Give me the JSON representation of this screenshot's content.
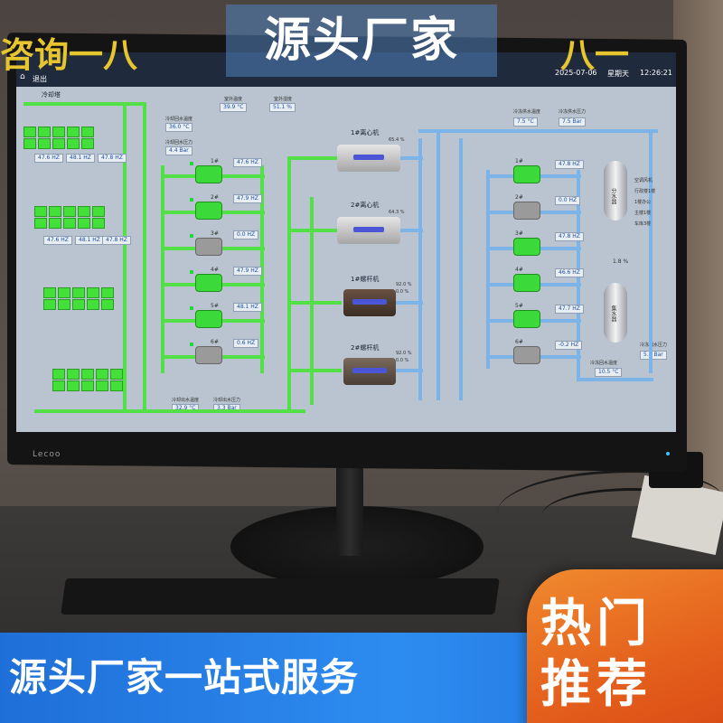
{
  "overlay": {
    "banner_title": "源头厂家",
    "banner_left_partial": "咨询一八",
    "banner_right_partial": "八一",
    "footer_text": "源头厂家一站式服务",
    "hot_badge_line1": "热门",
    "hot_badge_line2": "推荐"
  },
  "monitor": {
    "brand_logo": "Lecoo"
  },
  "hmi": {
    "back_label": "退出",
    "date": "2025-07-06",
    "weekday": "星期天",
    "time": "12:26:21",
    "cooling_tower_label": "冷却塔",
    "top_readings": [
      {
        "label": "室外温度",
        "value": "39.9 °C"
      },
      {
        "label": "室外湿度",
        "value": "51.1 %"
      }
    ],
    "cw_supply": {
      "label": "冷却回水温度",
      "value": "36.0 °C"
    },
    "cw_pressure": {
      "label": "冷却回水压力",
      "value": "4.4 Bar"
    },
    "cw_out_temp": {
      "label": "冷却出水温度",
      "value": "32.9 °C"
    },
    "cw_out_press": {
      "label": "冷却出水压力",
      "value": "3.3 Bar"
    },
    "chw_supply": {
      "label": "冷冻供水温度",
      "value": "7.5 °C"
    },
    "chw_press": {
      "label": "冷冻供水压力",
      "value": "7.5 Bar"
    },
    "chw_ret_press": {
      "label": "冷冻回水压力",
      "value": "5.2 Bar"
    },
    "chw_ret_temp": {
      "label": "冷冻回水温度",
      "value": "10.5 °C"
    },
    "tower_freqs": [
      "47.6 HZ",
      "48.1 HZ",
      "47.8 HZ",
      "47.6 HZ",
      "48.1 HZ",
      "47.8 HZ"
    ],
    "cw_pumps": [
      {
        "name": "1#",
        "freq": "47.6 HZ",
        "state": "on"
      },
      {
        "name": "2#",
        "freq": "47.9 HZ",
        "state": "on"
      },
      {
        "name": "3#",
        "freq": "0.0 HZ",
        "state": "off"
      },
      {
        "name": "4#",
        "freq": "47.9 HZ",
        "state": "on"
      },
      {
        "name": "5#",
        "freq": "48.1 HZ",
        "state": "on"
      },
      {
        "name": "6#",
        "freq": "0.6 HZ",
        "state": "off"
      }
    ],
    "chillers": [
      {
        "name": "1#离心机",
        "load": "65.4 %"
      },
      {
        "name": "2#离心机",
        "load": "64.3 %"
      },
      {
        "name": "1#螺杆机",
        "load": "92.0 %",
        "load2": "0.0 %"
      },
      {
        "name": "2#螺杆机",
        "load": "92.0 %",
        "load2": "0.0 %"
      }
    ],
    "chw_pumps": [
      {
        "name": "1#",
        "freq": "47.8 HZ",
        "state": "on"
      },
      {
        "name": "2#",
        "freq": "0.0 HZ",
        "state": "off"
      },
      {
        "name": "3#",
        "freq": "47.8 HZ",
        "state": "on"
      },
      {
        "name": "4#",
        "freq": "46.6 HZ",
        "state": "on"
      },
      {
        "name": "5#",
        "freq": "47.7 HZ",
        "state": "on"
      },
      {
        "name": "6#",
        "freq": "-0.2 HZ",
        "state": "off"
      }
    ],
    "tank1_label": "分水器",
    "tank2_label": "集水器",
    "bypass": "1.8 %",
    "branch_labels": [
      "空调风机",
      "行政楼1楼",
      "1楼办公",
      "主楼1楼",
      "车库3楼"
    ]
  },
  "colors": {
    "active_pipe": "#53e046",
    "chilled_pipe": "#7cb4e8",
    "overlay_blue": "#2d8cf0",
    "badge_orange": "#e45f1c",
    "banner_yellow": "#e6c52f"
  }
}
